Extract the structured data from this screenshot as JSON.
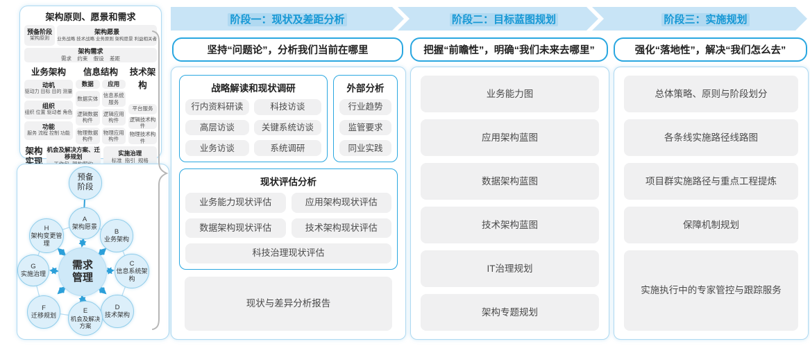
{
  "colors": {
    "accent_blue": "#2aa7e0",
    "band_fill": "#c8e4f6",
    "band_text": "#1798d5",
    "panel_border": "#aed9f1",
    "gray_box": "#f1f1f2",
    "arrow_blue": "#2b9fd9",
    "brace_gray": "#b6b6b6"
  },
  "left_top_panel": {
    "title": "架构原则、愿景和需求",
    "prep_title": "预备阶段",
    "prep_sub": "架构原则",
    "vision_title": "架构愿景",
    "vision_sub": "业务战略 技术战略 业务原则 架构愿景 利益相关者",
    "req_title": "架构需求",
    "req_sub": "需求    约束    假设    差距",
    "business": {
      "title": "业务架构",
      "boxes": [
        {
          "t": "动机",
          "s": "驱动力 目标 目的 测量"
        },
        {
          "t": "组织",
          "s": "组织 位置 驱动者 角色"
        },
        {
          "t": "功能",
          "s": "服务 流程 控制 功能"
        }
      ]
    },
    "info": {
      "title": "信息结构",
      "cols": [
        {
          "t": "数据",
          "items": [
            "数据实体",
            "逻辑数据构件",
            "物理数据构件"
          ]
        },
        {
          "t": "应用",
          "items": [
            "信息系统服务",
            "逻辑应用构件",
            "物理应用构件"
          ]
        }
      ]
    },
    "tech": {
      "title": "技术架构",
      "items": [
        "平台服务",
        "逻辑技术构件",
        "物理技术构件"
      ]
    },
    "impl": {
      "label": "架构实现",
      "box1_t": "机会及解决方案、迁移规划",
      "box1_s": "工作包  架构契约",
      "box2_t": "实施治理",
      "box2_s": "标准  指引  规格"
    }
  },
  "adm": {
    "prep": "预备阶段",
    "center": "需求管理",
    "nodes": [
      {
        "id": "A",
        "label": "架构愿景"
      },
      {
        "id": "B",
        "label": "业务架构"
      },
      {
        "id": "C",
        "label": "信息系统架构"
      },
      {
        "id": "D",
        "label": "技术架构"
      },
      {
        "id": "E",
        "label": "机会及解决方案"
      },
      {
        "id": "F",
        "label": "迁移规划"
      },
      {
        "id": "G",
        "label": "实施治理"
      },
      {
        "id": "H",
        "label": "架构变更管理"
      }
    ]
  },
  "phases": [
    {
      "header": "阶段一：现状及差距分析",
      "subtitle": "坚持“问题论”，分析我们当前在哪里",
      "groups": [
        {
          "title": "战略解读和现状调研",
          "items": [
            "行内资料研读",
            "科技访谈",
            "高层访谈",
            "关键系统访谈",
            "业务访谈",
            "系统调研"
          ]
        },
        {
          "title": "外部分析",
          "items": [
            "行业趋势",
            "监管要求",
            "同业实践"
          ]
        },
        {
          "title": "现状评估分析",
          "items": [
            "业务能力现状评估",
            "应用架构现状评估",
            "数据架构现状评估",
            "技术架构现状评估",
            "科技治理现状评估"
          ]
        }
      ],
      "report": "现状与差异分析报告"
    },
    {
      "header": "阶段二：目标蓝图规划",
      "subtitle": "把握“前瞻性”，明确“我们未来去哪里”",
      "items": [
        "业务能力图",
        "应用架构蓝图",
        "数据架构蓝图",
        "技术架构蓝图",
        "IT治理规划",
        "架构专题规划"
      ]
    },
    {
      "header": "阶段三：实施规划",
      "subtitle": "强化“落地性”，解决“我们怎么去”",
      "items": [
        "总体策略、原则与阶段划分",
        "各条线实施路径线路图",
        "项目群实施路径与重点工程提炼",
        "保障机制规划",
        "实施执行中的专家管控与跟踪服务"
      ]
    }
  ]
}
